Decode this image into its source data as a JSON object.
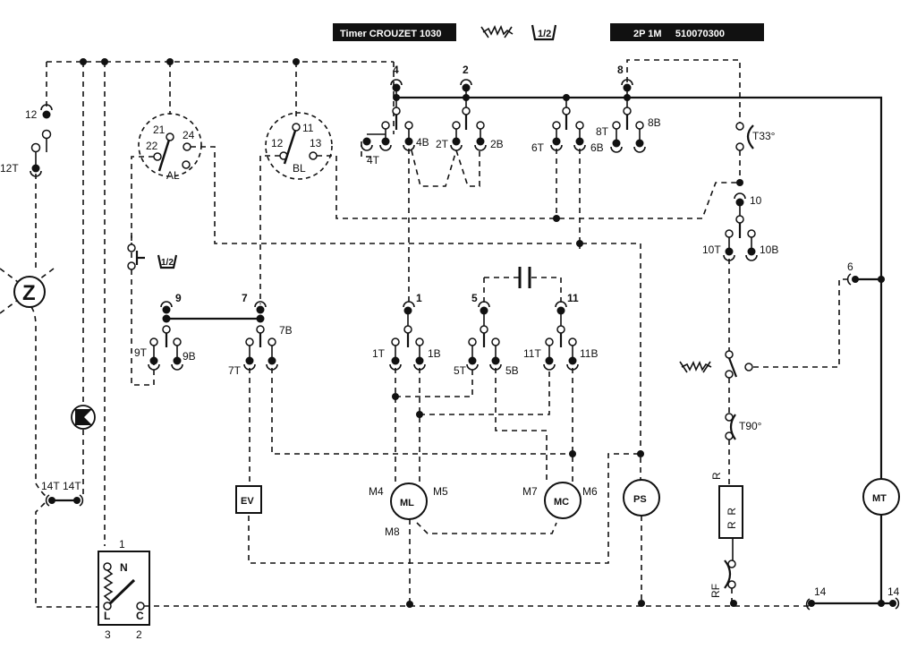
{
  "header": {
    "timer_label": "Timer CROUZET 1030",
    "half_load_symbol": "1/2",
    "program_code": "2P 1M     510070300",
    "heater_symbol_name": "heater-symbol"
  },
  "timer_contacts": {
    "c4": {
      "common": "4",
      "t": "4T",
      "b": "4B"
    },
    "c2": {
      "common": "2",
      "t": "2T",
      "b": "2B"
    },
    "c6": {
      "t": "6T",
      "b": "6B"
    },
    "c8": {
      "common": "8",
      "t": "8T",
      "b": "8B"
    },
    "c10": {
      "common": "10",
      "t": "10T",
      "b": "10B"
    },
    "c9": {
      "common": "9",
      "t": "9T",
      "b": "9B"
    },
    "c7": {
      "common": "7",
      "t": "7T",
      "b": "7B"
    },
    "c1": {
      "common": "1",
      "t": "1T",
      "b": "1B"
    },
    "c5": {
      "common": "5",
      "t": "5T",
      "b": "5B"
    },
    "c11": {
      "common": "11",
      "t": "11T",
      "b": "11B"
    },
    "c12": {
      "common": "12",
      "t": "12T"
    },
    "c14": {
      "t1": "14T",
      "t2": "14T",
      "r1": "14",
      "r2": "14"
    },
    "c6r": {
      "label": "6"
    }
  },
  "selectors": {
    "al": {
      "name": "AL",
      "p21": "21",
      "p22": "22",
      "p24": "24"
    },
    "bl": {
      "name": "BL",
      "p11": "11",
      "p12": "12",
      "p13": "13"
    }
  },
  "thermostats": {
    "t33": "T33°",
    "t90": "T90°"
  },
  "components": {
    "ev": "EV",
    "ml": "ML",
    "ml_pins": {
      "m4": "M4",
      "m5": "M5",
      "m8": "M8"
    },
    "mc": "MC",
    "mc_pins": {
      "m7": "M7",
      "m6": "M6"
    },
    "ps": "PS",
    "mt": "MT",
    "heater": {
      "label_r": "R",
      "body": "R  R"
    },
    "rf": "RF",
    "z": "Z",
    "door_lock": {
      "pin1": "1",
      "pin2": "2",
      "pin3": "3",
      "n": "N",
      "l": "L",
      "c": "C"
    },
    "half_load_switch": "1/2"
  }
}
